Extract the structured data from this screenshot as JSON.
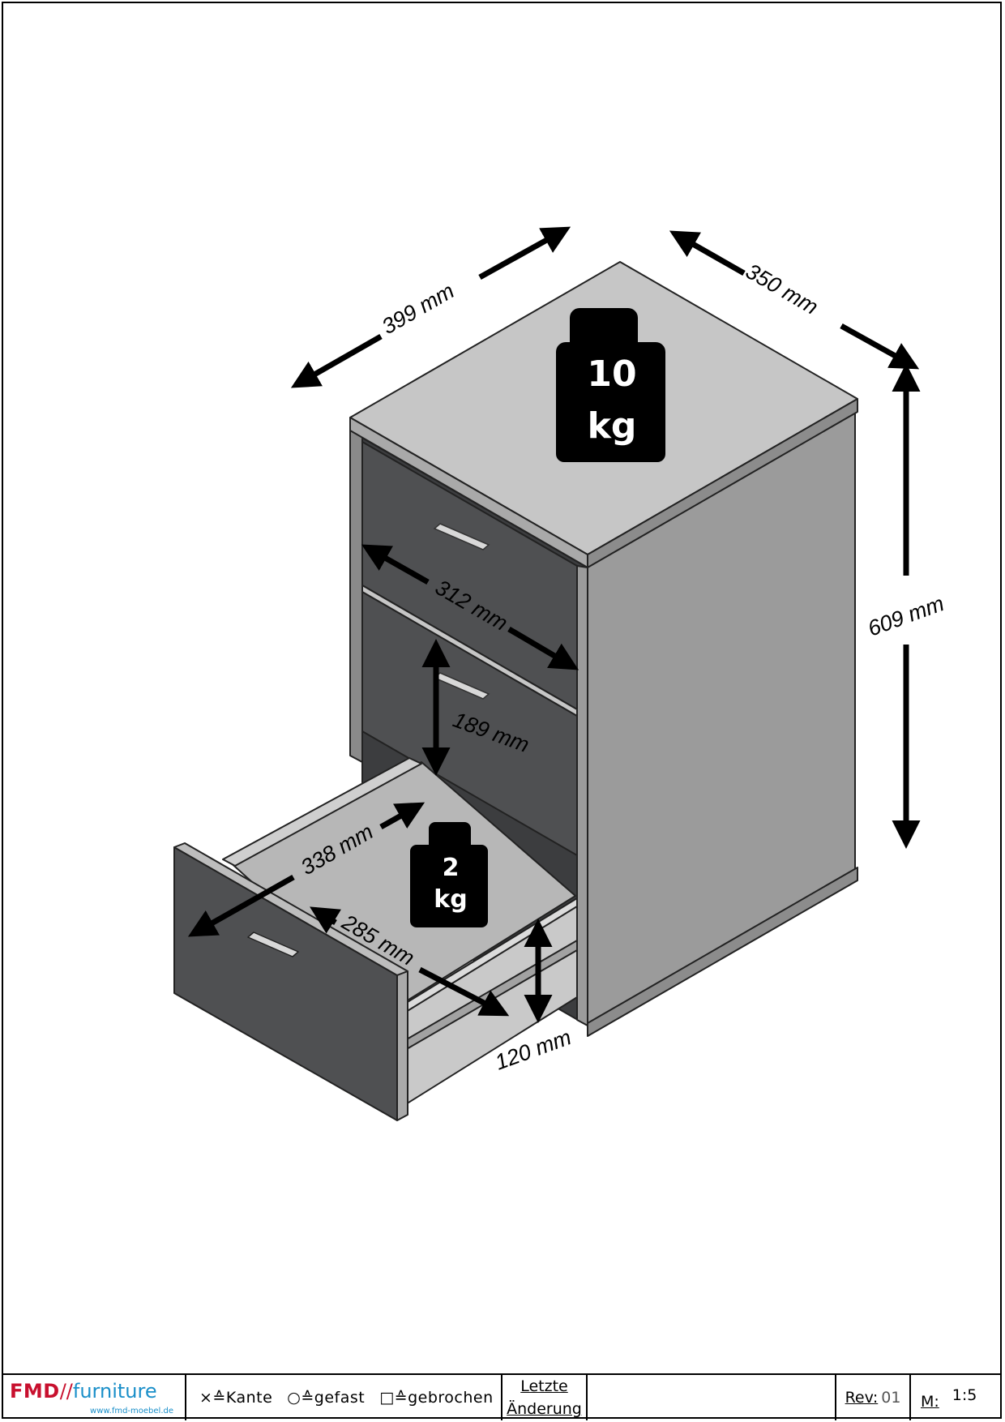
{
  "dimensions": {
    "width": "399 mm",
    "depth": "350 mm",
    "height": "609 mm",
    "drawer_width": "312 mm",
    "drawer_height": "189 mm",
    "inner_depth": "338 mm",
    "inner_width": "285 mm",
    "inner_height": "120 mm"
  },
  "weights": {
    "top": {
      "value": "10",
      "unit": "kg"
    },
    "drawer": {
      "value": "2",
      "unit": "kg"
    }
  },
  "title_block": {
    "brand_fmd": "FMD",
    "brand_slash": "//",
    "brand_furniture": "furniture",
    "brand_url": "www.fmd-moebel.de",
    "edge_kante": "×≙Kante",
    "edge_gefast": "○≙gefast",
    "edge_gebrochen": "□≙gebrochen",
    "last_change_line1": "Letzte",
    "last_change_line2": "Änderung",
    "rev_label": "Rev:",
    "rev_value": "01",
    "scale_label": "M:",
    "scale_value": "1:5"
  },
  "colors": {
    "top_surface": "#c6c6c6",
    "side_panel": "#9b9b9b",
    "front_dark": "#4f5052",
    "brand_red": "#c8102e",
    "brand_blue": "#1a8fc9"
  }
}
